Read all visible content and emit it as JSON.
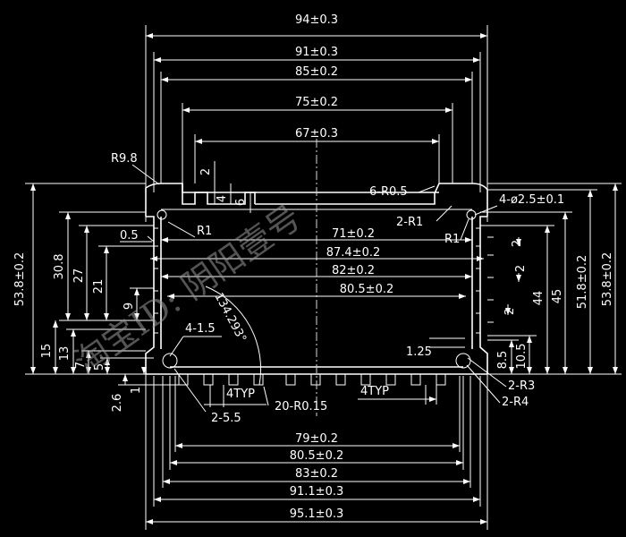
{
  "drawing": {
    "widths_top": {
      "w94": "94±0.3",
      "w91": "91±0.3",
      "w85": "85±0.2",
      "w75": "75±0.2",
      "w67": "67±0.3"
    },
    "widths_mid": {
      "w71": "71±0.2",
      "w87_4": "87.4±0.2",
      "w82": "82±0.2",
      "w80_5": "80.5±0.2"
    },
    "widths_bottom": {
      "w79": "79±0.2",
      "w80_5": "80.5±0.2",
      "w83": "83±0.2",
      "w91_1": "91.1±0.3",
      "w95_1": "95.1±0.3"
    },
    "left_labels": {
      "r9_8": "R9.8",
      "r1": "R1",
      "d0_5": "0.5",
      "h53_8": "53.8±0.2",
      "h30_8": "30.8",
      "h27": "27",
      "h21": "21",
      "h9": "9",
      "h15": "15",
      "h13": "13",
      "h7": "7",
      "h5": "5",
      "h2_6": "2.6",
      "h1": "1",
      "d4_1_5": "4-1.5",
      "d2_5_5": "2-5.5",
      "t4typ_l": "4TYP",
      "r20": "20-R0.15",
      "d2a": "2",
      "d4": "4",
      "d6": "6",
      "angle": "134.293°"
    },
    "right_labels": {
      "r6": "6-R0.5",
      "r2_1": "2-R1",
      "r1": "R1",
      "hole": "4-ø2.5±0.1",
      "h44": "44",
      "h45": "45",
      "h51_8": "51.8±0.2",
      "h53_8": "53.8±0.2",
      "d2a": "2",
      "d2b": "2",
      "d2c": "2",
      "d1_25": "1.25",
      "d8_5": "8.5",
      "d10_5": "10.5",
      "r3": "2-R3",
      "r4": "2-R4",
      "t4typ_r": "4TYP"
    },
    "watermark": "淘宝ID: 阴阳壹号"
  }
}
